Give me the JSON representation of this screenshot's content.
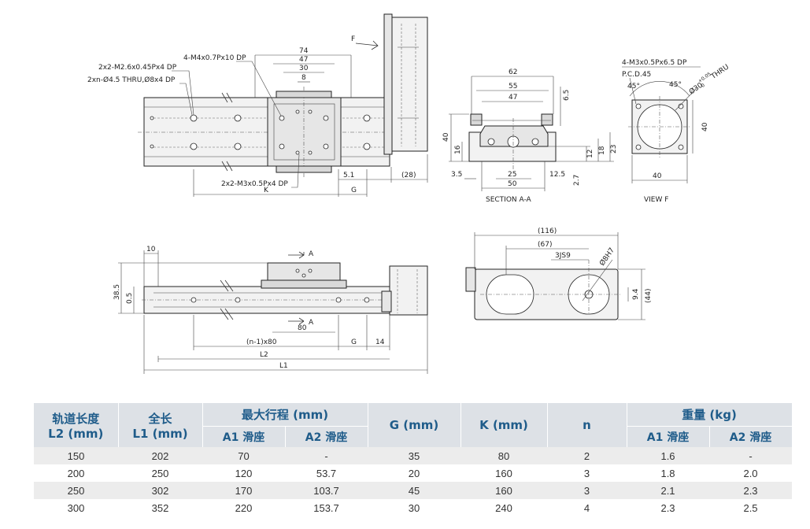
{
  "drawing": {
    "top_view": {
      "callout_m26": "2x2-M2.6x0.45Px4 DP",
      "callout_thru": "2xn-Ø4.5 THRU,Ø8x4 DP",
      "callout_m4": "4-M4x0.7Px10 DP",
      "callout_m3": "2x2-M3x0.5Px4 DP",
      "dim_74": "74",
      "dim_47": "47",
      "dim_30": "30",
      "dim_8": "8",
      "dim_51": "5.1",
      "dim_28": "(28)",
      "dim_k": "K",
      "dim_g": "G",
      "view_f": "F"
    },
    "section": {
      "dim_62": "62",
      "dim_55": "55",
      "dim_47": "47",
      "dim_65": "6.5",
      "dim_40": "40",
      "dim_16": "16",
      "dim_12": "12",
      "dim_18": "18",
      "dim_23": "23",
      "dim_35": "3.5",
      "dim_25": "25",
      "dim_125": "12.5",
      "dim_50": "50",
      "dim_27": "2.7",
      "caption": "SECTION A-A"
    },
    "view_f": {
      "callout_m3": "4-M3x0.5Px6.5 DP",
      "pcd": "P.C.D.45",
      "angle1": "45°",
      "angle2": "45°",
      "thru": "Ø30",
      "thru_tol": "+0.05",
      "thru_tol2": "0",
      "thru_word": "THRU",
      "dim_40v": "40",
      "dim_40h": "40",
      "caption": "VIEW F"
    },
    "front_view": {
      "dim_10": "10",
      "dim_385": "38.5",
      "dim_05": "0.5",
      "dim_a1": "A",
      "dim_a2": "A",
      "dim_80": "80",
      "dim_n80": "(n-1)x80",
      "dim_g": "G",
      "dim_14": "14",
      "dim_l2": "L2",
      "dim_l1": "L1"
    },
    "end_view": {
      "dim_116": "(116)",
      "dim_67": "(67)",
      "dim_3js9": "3JS9",
      "dim_8h7": "Ø8H7",
      "dim_94": "9.4",
      "dim_44": "(44)"
    }
  },
  "table": {
    "headers": {
      "rail_length": "轨道长度",
      "rail_length_unit": "L2 (mm)",
      "total_length": "全长",
      "total_length_unit": "L1 (mm)",
      "max_stroke": "最大行程 (mm)",
      "a1_slide": "A1 滑座",
      "a2_slide": "A2 滑座",
      "g": "G (mm)",
      "k": "K (mm)",
      "n": "n",
      "weight": "重量 (kg)",
      "w_a1": "A1 滑座",
      "w_a2": "A2 滑座"
    },
    "rows": [
      [
        "150",
        "202",
        "70",
        "-",
        "35",
        "80",
        "2",
        "1.6",
        "-"
      ],
      [
        "200",
        "250",
        "120",
        "53.7",
        "20",
        "160",
        "3",
        "1.8",
        "2.0"
      ],
      [
        "250",
        "302",
        "170",
        "103.7",
        "45",
        "160",
        "3",
        "2.1",
        "2.3"
      ],
      [
        "300",
        "352",
        "220",
        "153.7",
        "30",
        "240",
        "4",
        "2.3",
        "2.5"
      ]
    ]
  }
}
